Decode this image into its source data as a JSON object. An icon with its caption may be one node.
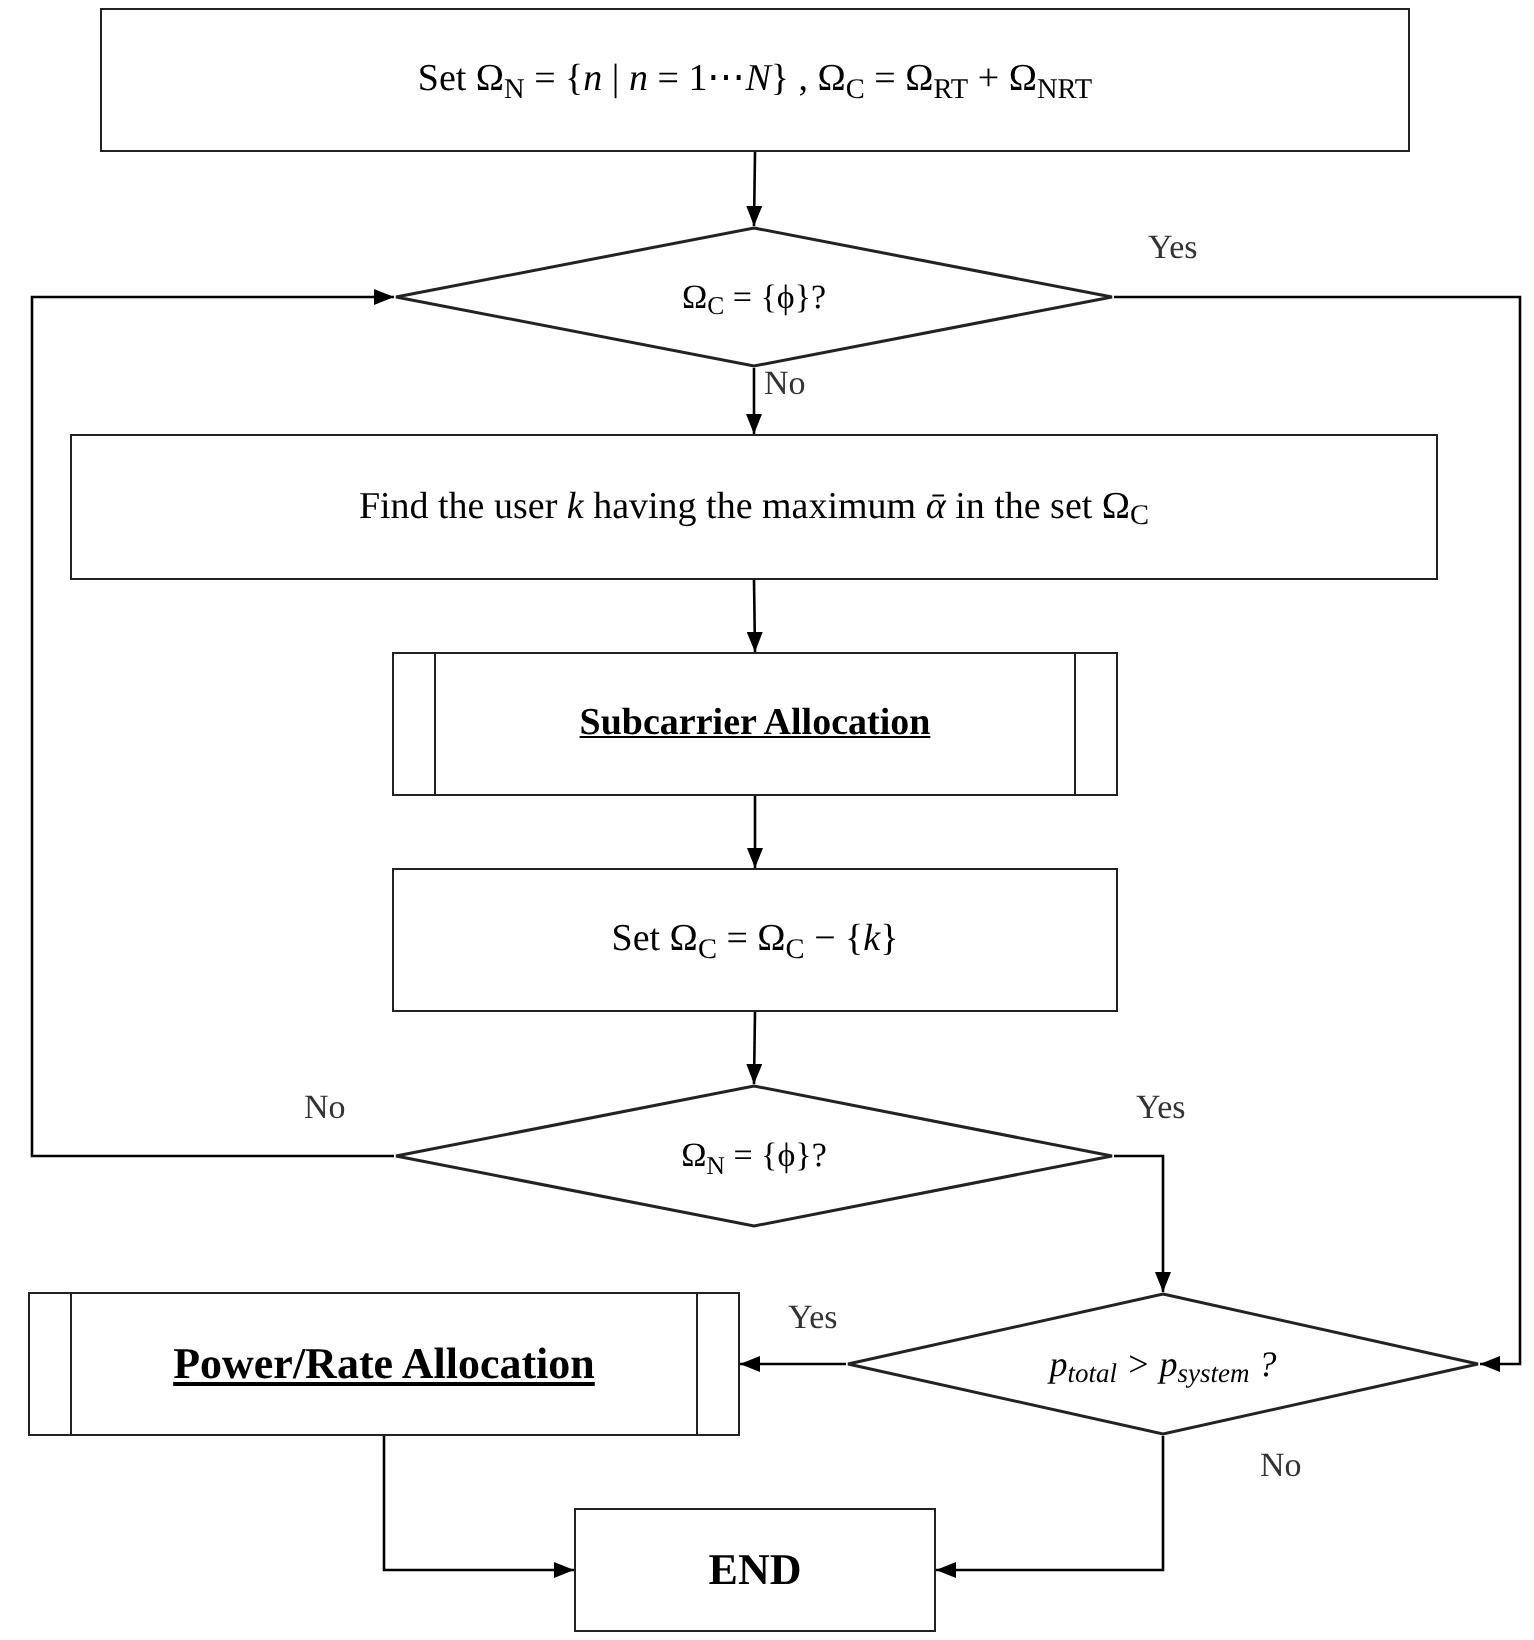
{
  "diagram": {
    "nodes": [
      {
        "text": [
          "Set Ω$_{N}$ = {*n* | *n* = 1⋯*N*} , Ω$_{C}$ = Ω$_{RT}$ + Ω$_{NRT}$"
        ]
      },
      {
        "text": [
          "Ω$_{C}$ = {ϕ}?"
        ]
      },
      {
        "text": [
          "Find the user *k* having the maximum *ᾱ* in the set Ω$_{C}$"
        ]
      },
      {
        "text": [
          "Subcarrier Allocation"
        ]
      },
      {
        "text": [
          "Set Ω$_{C}$ = Ω$_{C}$ − {*k*}"
        ]
      },
      {
        "text": [
          "Ω$_{N}$ = {ϕ}?"
        ]
      },
      {
        "text": [
          "*p*$_{total}$ > *p*$_{system}$ ?"
        ]
      },
      {
        "text": [
          "Power/Rate Allocation"
        ]
      },
      {
        "text": [
          "END"
        ]
      }
    ],
    "edges": [
      {
        "from": 0,
        "to": 1,
        "arrow": "to"
      },
      {
        "from": 1,
        "to": 2,
        "arrow": "to",
        "label": "No"
      },
      {
        "from": 2,
        "to": 3,
        "arrow": "to"
      },
      {
        "from": 3,
        "to": 4,
        "arrow": "to"
      },
      {
        "from": 4,
        "to": 5,
        "arrow": "to"
      },
      {
        "from": 5,
        "to": 1,
        "arrow": "to",
        "label": "No"
      },
      {
        "from": 5,
        "to": 6,
        "arrow": "to",
        "label": "Yes"
      },
      {
        "from": 1,
        "to": 6,
        "arrow": "to",
        "label": "Yes"
      },
      {
        "from": 6,
        "to": 7,
        "arrow": "to",
        "label": "Yes"
      },
      {
        "from": 6,
        "to": 8,
        "arrow": "to",
        "label": "No"
      },
      {
        "from": 7,
        "to": 8,
        "arrow": "to"
      }
    ]
  }
}
